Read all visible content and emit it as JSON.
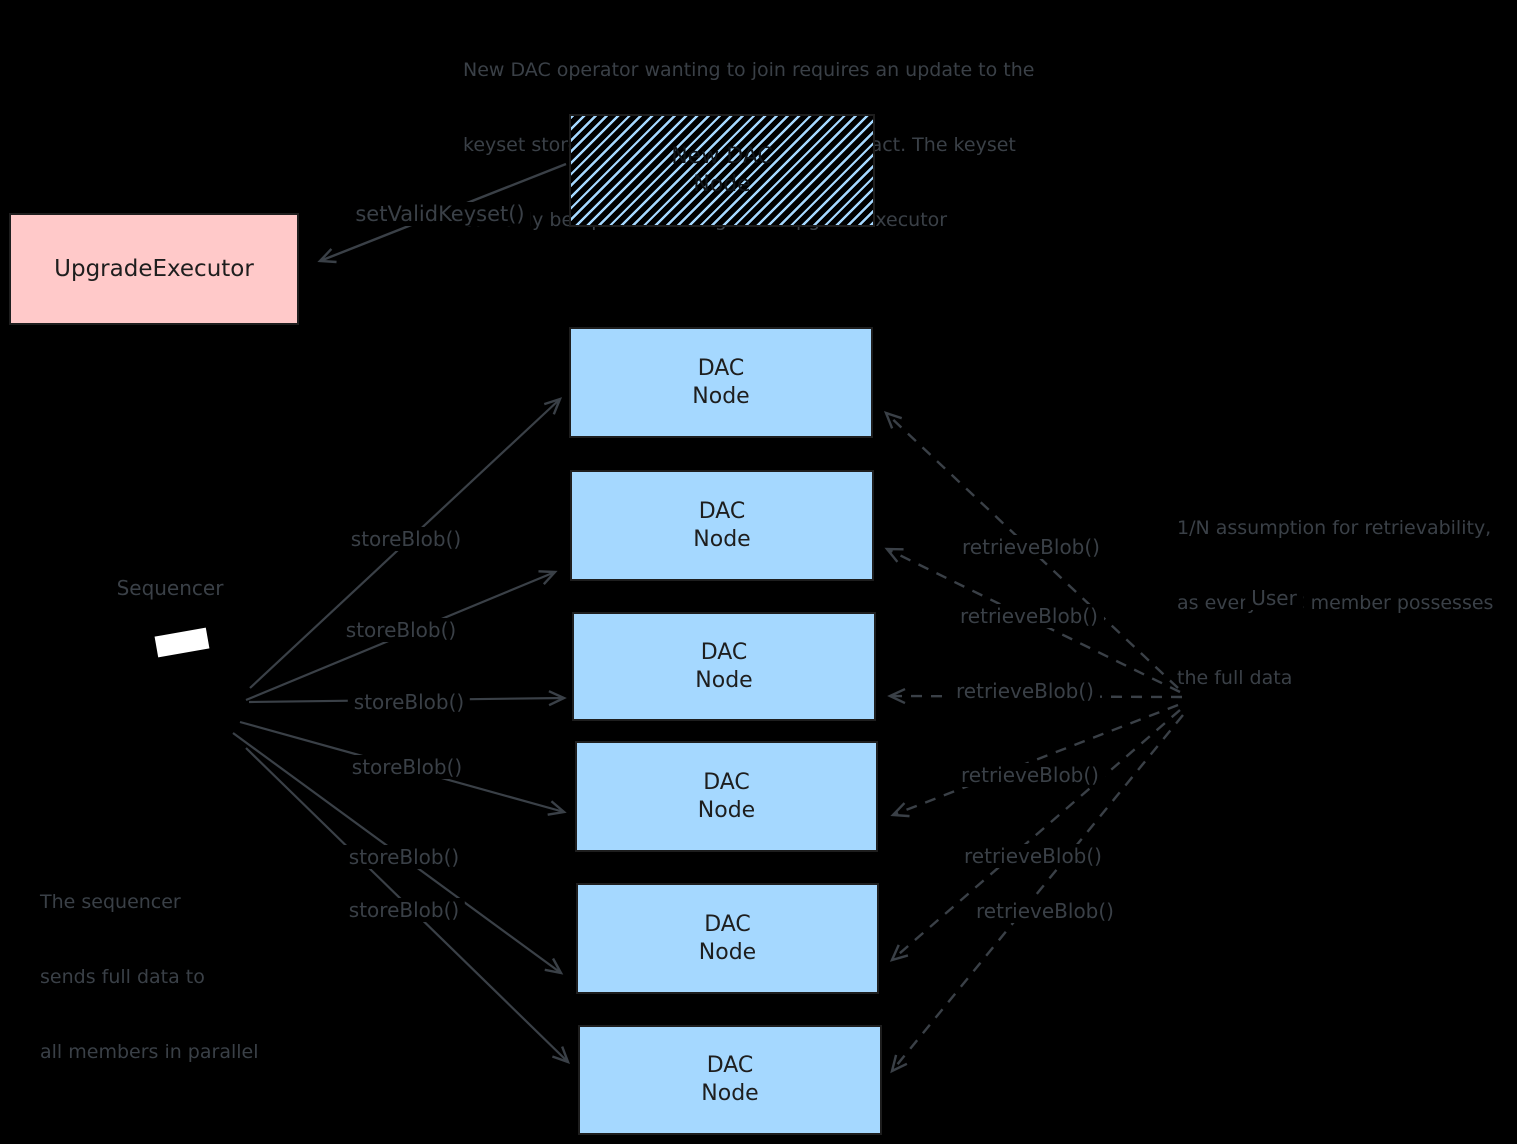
{
  "colors": {
    "background": "#000000",
    "dac_node_fill": "#a5d8ff",
    "upgrade_executor_fill": "#ffc9c9",
    "stroke_dark": "#1e1e1e",
    "annotation_gray": "#3a4047"
  },
  "annotations": {
    "top_note": [
      "New DAC operator wanting to join requires an update to the",
      "keyset stored in the sequencer inbox contract. The keyset",
      "can only be updated through the UpgradeExecutor"
    ],
    "right_note": [
      "1/N assumption for retrievability,",
      "as every DAC member possesses",
      "the full data"
    ],
    "bottom_note": [
      "The sequencer",
      "sends full data to",
      "all members in parallel"
    ]
  },
  "nodes": {
    "upgrade_executor": {
      "label": "UpgradeExecutor"
    },
    "new_dac_node": {
      "line1": "New DAC",
      "line2": "Node"
    },
    "dac_node": {
      "line1": "DAC",
      "line2": "Node"
    },
    "sequencer_label": "Sequencer",
    "user_label": "User"
  },
  "edges": {
    "set_valid_keyset_label": "setValidKeyset()",
    "store_blob_label": "storeBlob()",
    "retrieve_blob_label": "retrieveBlob()"
  }
}
